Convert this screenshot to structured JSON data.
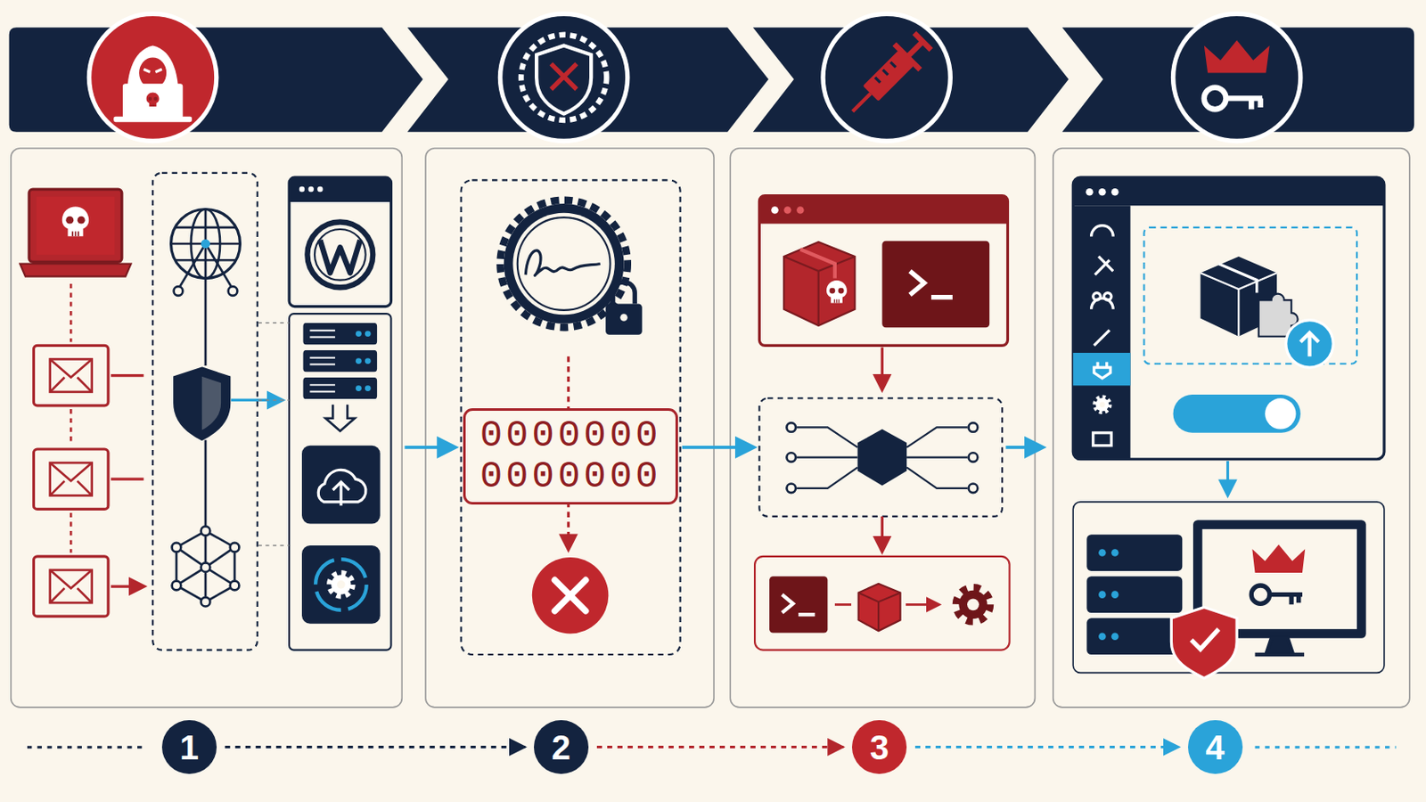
{
  "diagram": {
    "nodes": [
      {
        "text": [
          "0000000 0000000"
        ]
      },
      {
        "text": [
          "1"
        ]
      },
      {
        "text": [
          "2"
        ]
      },
      {
        "text": [
          "3"
        ]
      },
      {
        "text": [
          "4"
        ]
      }
    ],
    "edges": [
      {
        "from": 1,
        "to": 2,
        "arrow": "to"
      },
      {
        "from": 2,
        "to": 3,
        "arrow": "to"
      },
      {
        "from": 3,
        "to": 4,
        "arrow": "to"
      }
    ]
  }
}
